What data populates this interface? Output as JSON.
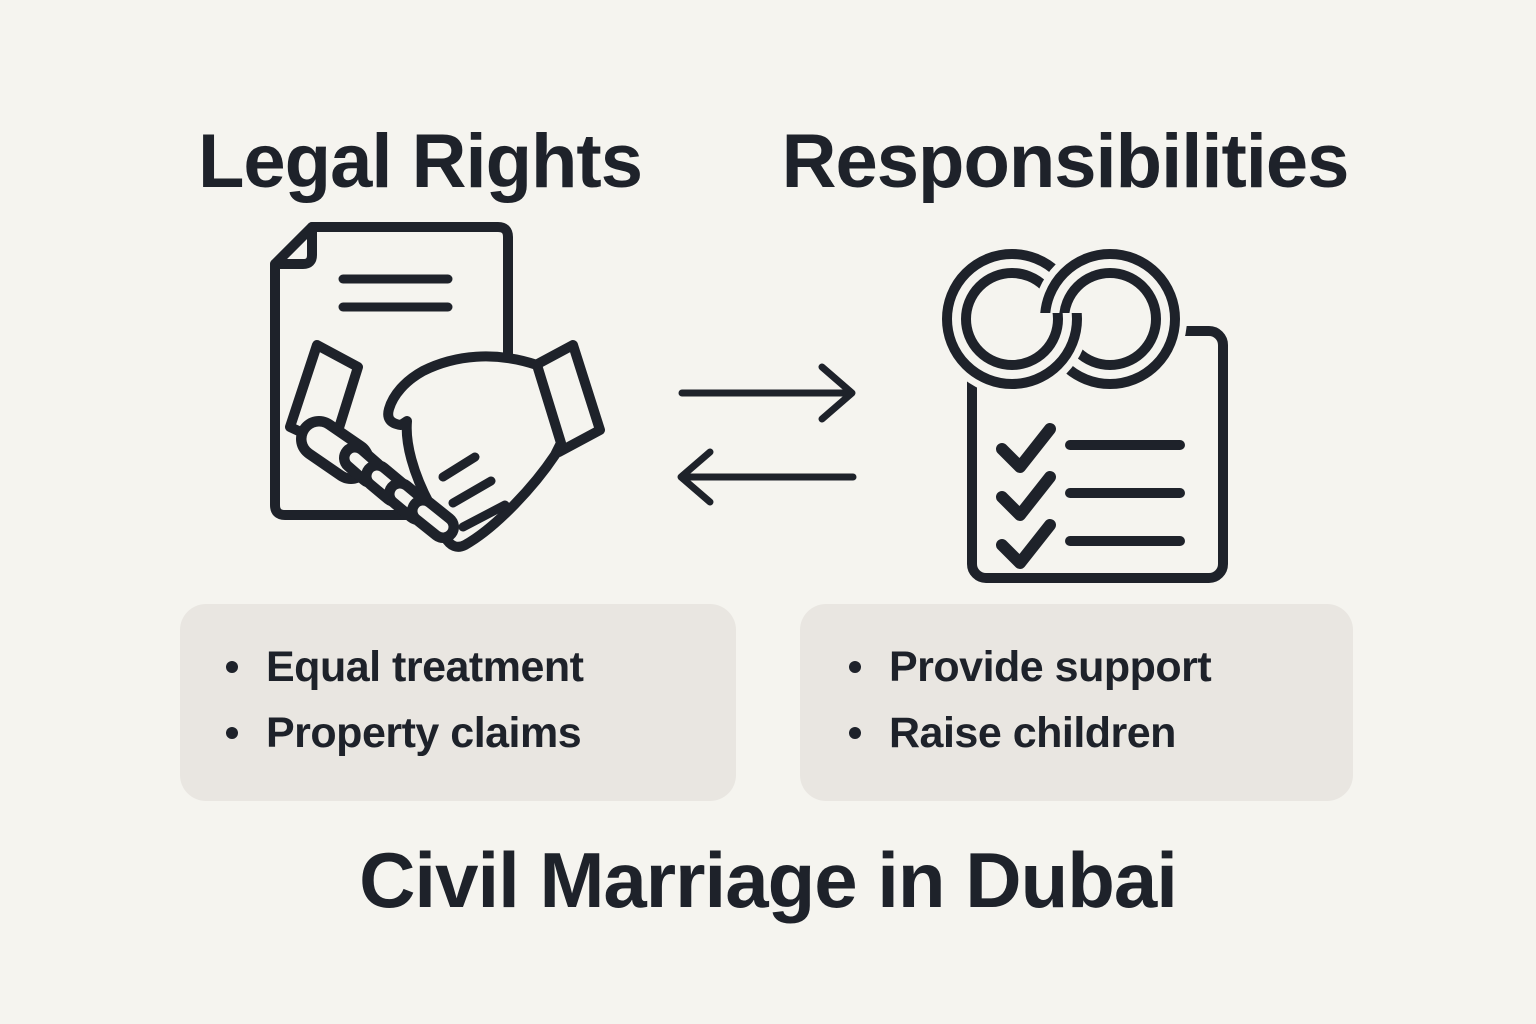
{
  "page": {
    "background_color": "#f5f4ef",
    "ink_color": "#1e222a",
    "card_color": "#e9e6e1"
  },
  "left_section": {
    "heading": "Legal Rights",
    "icon": "contract-handshake-icon",
    "bullets": [
      "Equal treatment",
      "Property claims"
    ]
  },
  "right_section": {
    "heading": "Responsibilities",
    "icon": "rings-checklist-icon",
    "bullets": [
      "Provide support",
      "Raise children"
    ]
  },
  "exchange": {
    "icon": "bidirectional-arrows-icon",
    "direction": "both"
  },
  "footer_title": "Civil Marriage in Dubai"
}
